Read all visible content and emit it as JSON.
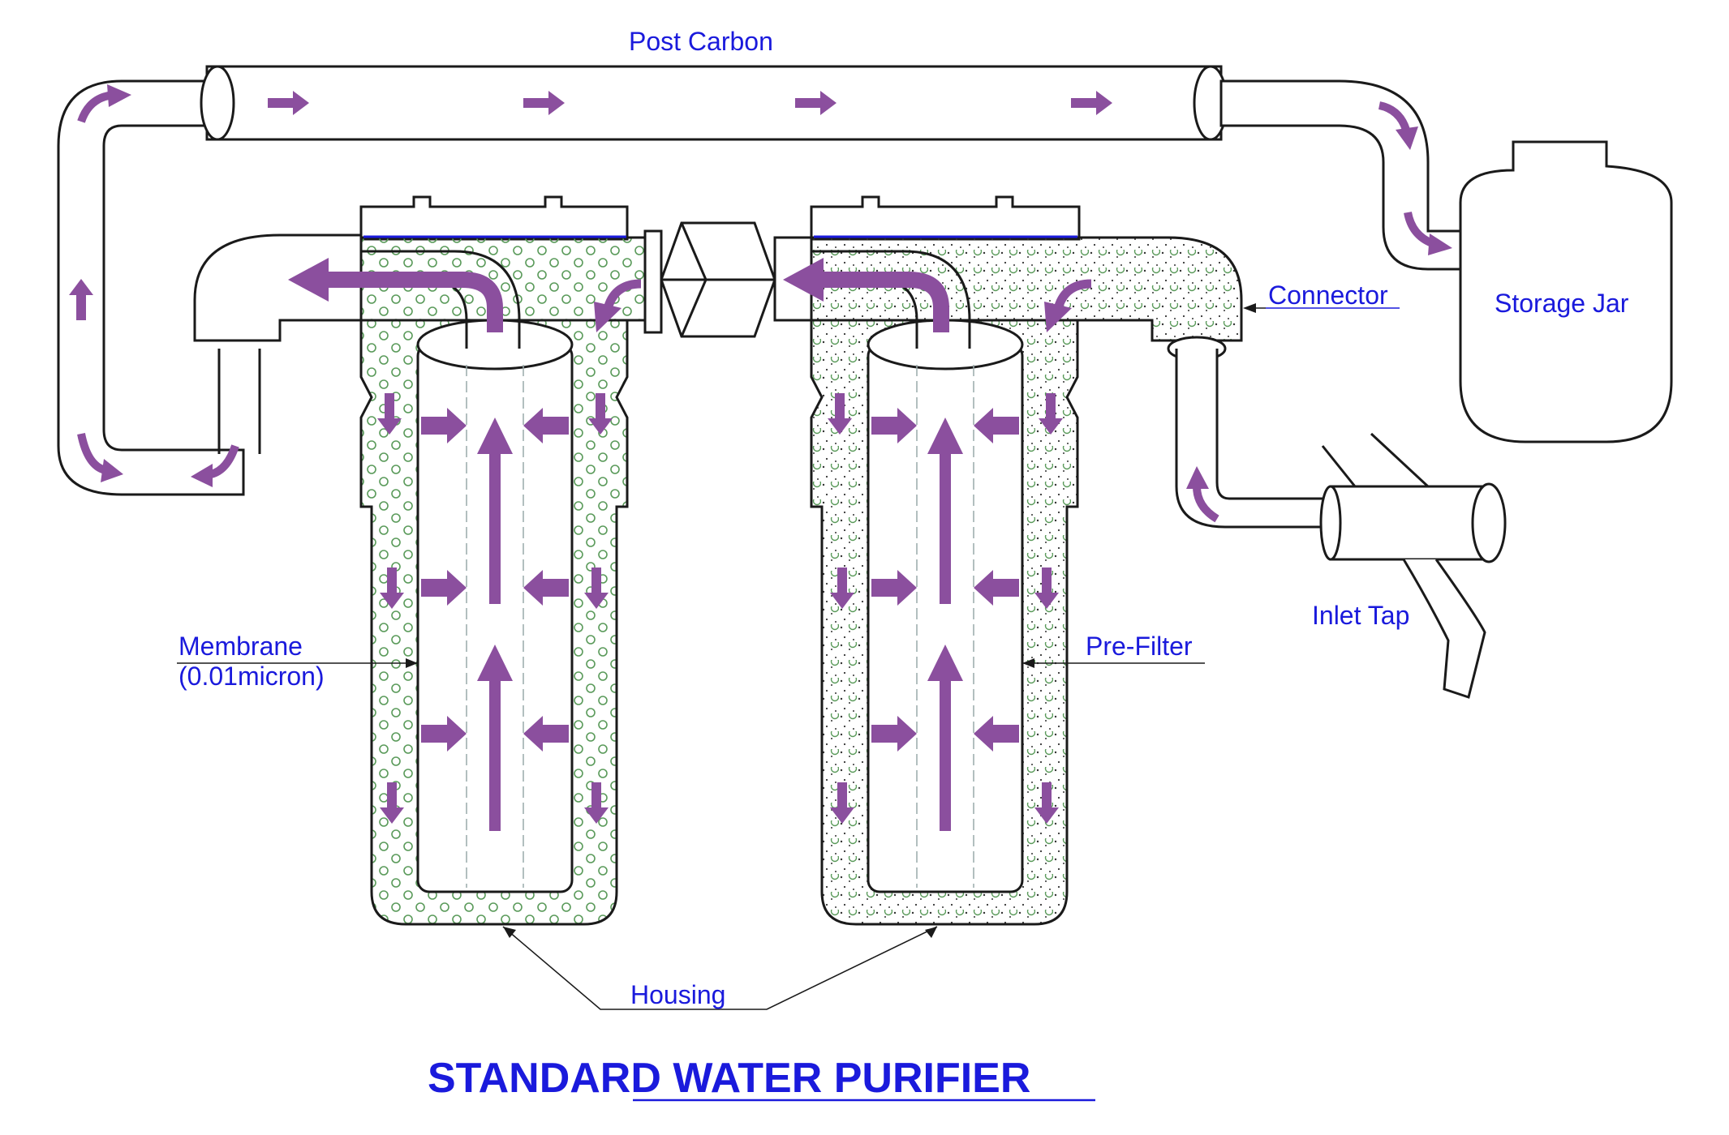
{
  "title": "STANDARD WATER PURIFIER",
  "labels": {
    "post_carbon": "Post Carbon",
    "connector": "Connector",
    "storage_jar": "Storage Jar",
    "inlet_tap": "Inlet Tap",
    "membrane_line1": "Membrane",
    "membrane_line2": "(0.01micron)",
    "pre_filter": "Pre-Filter",
    "housing": "Housing"
  },
  "colors": {
    "label_text": "#1a1adc",
    "flow_arrow": "#8b4f9e",
    "outline": "#1a1a1a",
    "bubble": "#5a9a5a",
    "waterline": "#1a1adc"
  }
}
